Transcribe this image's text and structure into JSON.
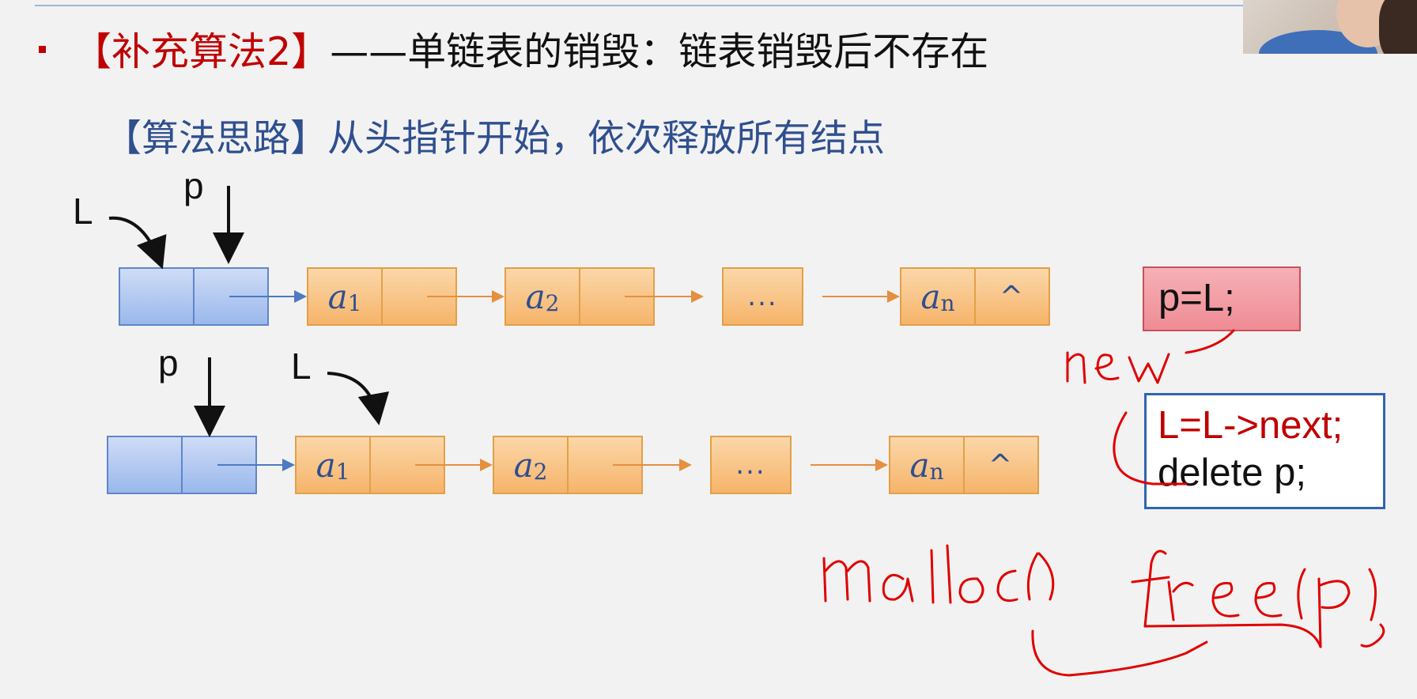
{
  "title": {
    "bracket_text": "【补充算法2】",
    "rest_text": "——单链表的销毁：链表销毁后不存在"
  },
  "subtitle": "【算法思路】从头指针开始，依次释放所有结点",
  "diagram": {
    "row1": {
      "labels": {
        "L": "L",
        "p": "p"
      },
      "nodes": [
        {
          "data": "a",
          "sub": "1"
        },
        {
          "data": "a",
          "sub": "2"
        },
        {
          "data": "..."
        },
        {
          "data": "a",
          "sub": "n",
          "next": "^"
        }
      ]
    },
    "row2": {
      "labels": {
        "L": "L",
        "p": "p"
      },
      "nodes": [
        {
          "data": "a",
          "sub": "1"
        },
        {
          "data": "a",
          "sub": "2"
        },
        {
          "data": "..."
        },
        {
          "data": "a",
          "sub": "n",
          "next": "^"
        }
      ]
    }
  },
  "code": {
    "init": "p=L;",
    "loop_line1": "L=L->next;",
    "loop_line2": "delete p;"
  },
  "colors": {
    "title_red": "#c00000",
    "subtitle_blue": "#2f4f8f",
    "node_orange": "#f6b46a",
    "node_blue": "#9ab8ec",
    "ink_red": "#e00000"
  },
  "handwriting": {
    "new": "new",
    "malloc": "malloc()",
    "free": "free(p);"
  }
}
